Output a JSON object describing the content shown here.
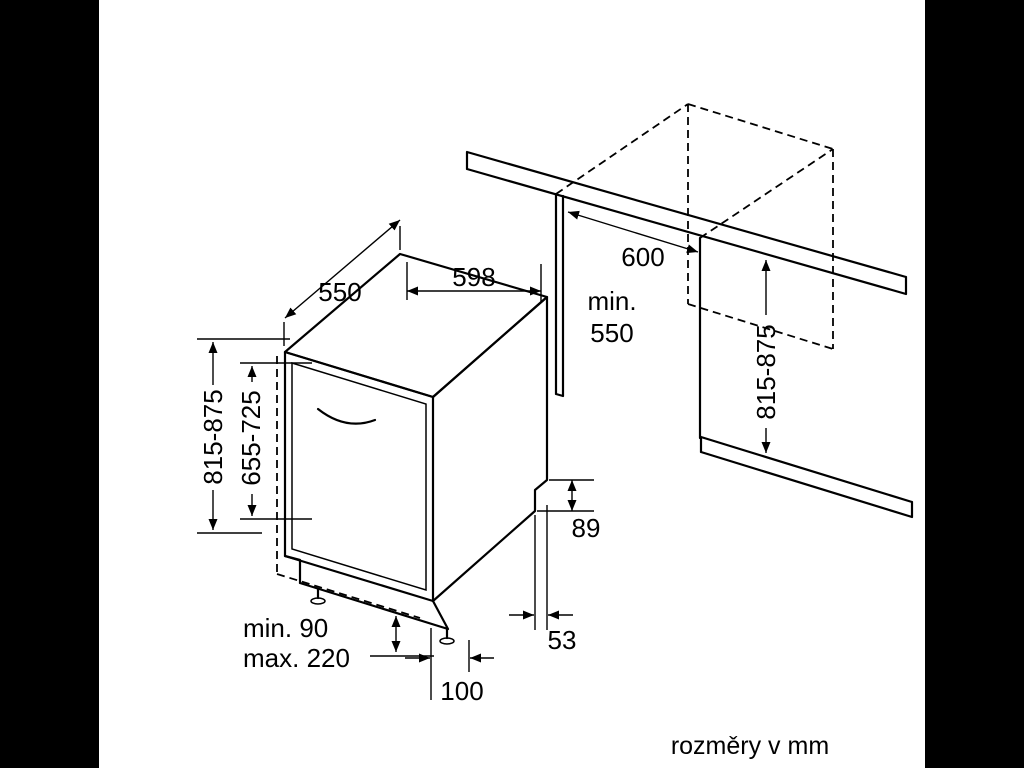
{
  "page": {
    "background_color": "#ffffff",
    "sidebar_color": "#000000",
    "line_color": "#000000",
    "caption": "rozměry v mm"
  },
  "dimensions": {
    "appliance_depth": "550",
    "appliance_width": "598",
    "appliance_height": "815-875",
    "door_height": "655-725",
    "plinth_min": "min. 90",
    "plinth_max": "max. 220",
    "foot_offset": "100",
    "rear_gap_height": "89",
    "rear_gap_depth": "53",
    "niche_width": "600",
    "niche_depth_prefix": "min.",
    "niche_depth_value": "550",
    "niche_height": "815-875"
  }
}
